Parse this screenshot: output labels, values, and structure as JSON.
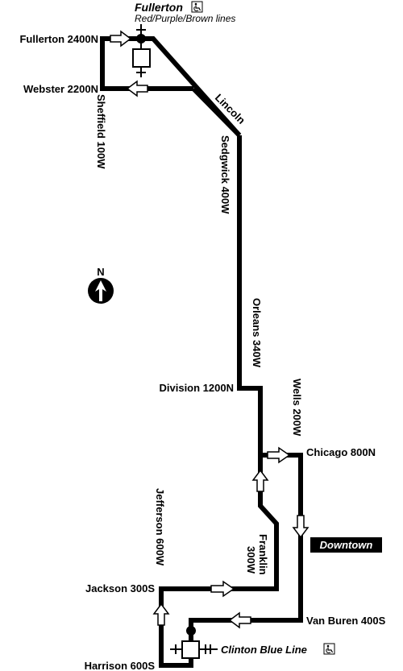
{
  "stations": {
    "fullerton": {
      "name": "Fullerton",
      "lines": "Red/Purple/Brown lines",
      "accessible_icon": "wheelchair-icon"
    },
    "clinton": {
      "name": "Clinton Blue Line",
      "accessible_icon": "wheelchair-icon"
    }
  },
  "streets": {
    "fullerton": "Fullerton 2400N",
    "webster": "Webster 2200N",
    "sheffield": "Sheffield 100W",
    "lincoln": "Lincoln",
    "sedgwick": "Sedgwick 400W",
    "orleans": "Orleans 340W",
    "division": "Division 1200N",
    "wells": "Wells 200W",
    "chicago": "Chicago 800N",
    "jefferson": "Jefferson 600W",
    "franklin_line1": "Franklin",
    "franklin_line2": "300W",
    "jackson": "Jackson 300S",
    "van_buren": "Van Buren 400S",
    "harrison": "Harrison 600S"
  },
  "area_label": "Downtown",
  "north_arrow": {
    "letter": "N",
    "icon": "north-arrow-icon"
  },
  "colors": {
    "route": "#000000",
    "background": "#ffffff",
    "arrow_fill": "#ffffff"
  }
}
